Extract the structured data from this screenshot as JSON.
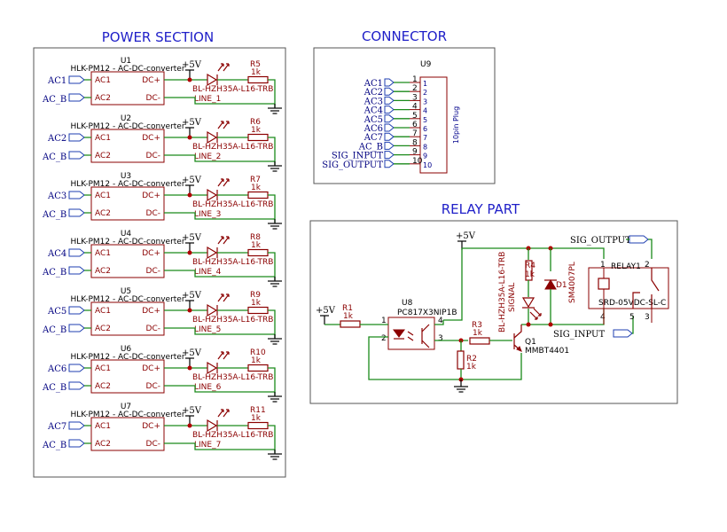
{
  "titles": {
    "power": "POWER SECTION",
    "connector": "CONNECTOR",
    "relay": "RELAY PART"
  },
  "power_units": [
    {
      "ref": "U1",
      "part": "HLK-PM12 - AC-DC-converter",
      "in1": "AC1",
      "in2": "AC_B",
      "pin1": "AC1",
      "pin2": "AC2",
      "out1": "DC+",
      "out2": "DC-",
      "supply": "+5V",
      "res_ref": "R5",
      "res_val": "1k",
      "led": "BL-HZH35A-L16-TRB",
      "line": "LINE_1"
    },
    {
      "ref": "U2",
      "part": "HLK-PM12 - AC-DC-converter",
      "in1": "AC2",
      "in2": "AC_B",
      "pin1": "AC1",
      "pin2": "AC2",
      "out1": "DC+",
      "out2": "DC-",
      "supply": "+5V",
      "res_ref": "R6",
      "res_val": "1k",
      "led": "BL-HZH35A-L16-TRB",
      "line": "LINE_2"
    },
    {
      "ref": "U3",
      "part": "HLK-PM12 - AC-DC-converter",
      "in1": "AC3",
      "in2": "AC_B",
      "pin1": "AC1",
      "pin2": "AC2",
      "out1": "DC+",
      "out2": "DC-",
      "supply": "+5V",
      "res_ref": "R7",
      "res_val": "1k",
      "led": "BL-HZH35A-L16-TRB",
      "line": "LINE_3"
    },
    {
      "ref": "U4",
      "part": "HLK-PM12 - AC-DC-converter",
      "in1": "AC4",
      "in2": "AC_B",
      "pin1": "AC1",
      "pin2": "AC2",
      "out1": "DC+",
      "out2": "DC-",
      "supply": "+5V",
      "res_ref": "R8",
      "res_val": "1k",
      "led": "BL-HZH35A-L16-TRB",
      "line": "LINE_4"
    },
    {
      "ref": "U5",
      "part": "HLK-PM12 - AC-DC-converter",
      "in1": "AC5",
      "in2": "AC_B",
      "pin1": "AC1",
      "pin2": "AC2",
      "out1": "DC+",
      "out2": "DC-",
      "supply": "+5V",
      "res_ref": "R9",
      "res_val": "1k",
      "led": "BL-HZH35A-L16-TRB",
      "line": "LINE_5"
    },
    {
      "ref": "U6",
      "part": "HLK-PM12 - AC-DC-converter",
      "in1": "AC6",
      "in2": "AC_B",
      "pin1": "AC1",
      "pin2": "AC2",
      "out1": "DC+",
      "out2": "DC-",
      "supply": "+5V",
      "res_ref": "R10",
      "res_val": "1k",
      "led": "BL-HZH35A-L16-TRB",
      "line": "LINE_6"
    },
    {
      "ref": "U7",
      "part": "HLK-PM12 - AC-DC-converter",
      "in1": "AC7",
      "in2": "AC_B",
      "pin1": "AC1",
      "pin2": "AC2",
      "out1": "DC+",
      "out2": "DC-",
      "supply": "+5V",
      "res_ref": "R11",
      "res_val": "1k",
      "led": "BL-HZH35A-L16-TRB",
      "line": "LINE_7"
    }
  ],
  "connector": {
    "ref": "U9",
    "part": "10pin Plug",
    "pins": [
      {
        "net": "AC1",
        "num": "1"
      },
      {
        "net": "AC2",
        "num": "2"
      },
      {
        "net": "AC3",
        "num": "3"
      },
      {
        "net": "AC4",
        "num": "4"
      },
      {
        "net": "AC5",
        "num": "5"
      },
      {
        "net": "AC6",
        "num": "6"
      },
      {
        "net": "AC7",
        "num": "7"
      },
      {
        "net": "AC_B",
        "num": "8"
      },
      {
        "net": "SIG_INPUT",
        "num": "9"
      },
      {
        "net": "SIG_OUTPUT",
        "num": "10"
      }
    ]
  },
  "relay_part": {
    "vcc_top": "+5V",
    "vcc_left": "+5V",
    "r1_ref": "R1",
    "r1_val": "1k",
    "r2_ref": "R2",
    "r2_val": "1k",
    "r3_ref": "R3",
    "r3_val": "1k",
    "r4_ref": "R4",
    "r4_val": "1k",
    "u8_ref": "U8",
    "u8_part": "PC817X3NIP1B",
    "u8_pin1": "1",
    "u8_pin2": "2",
    "u8_pin3": "3",
    "u8_pin4": "4",
    "led_part": "BL-HZH35A-L16-TRB",
    "led_label": "SIGNAL",
    "d1_ref": "D1",
    "d1_part": "SM4007PL",
    "q1_ref": "Q1",
    "q1_part": "MMBT4401",
    "relay_ref": "RELAY1",
    "relay_part": "SRD-05VDC-SL-C",
    "relay_pin1": "1",
    "relay_pin2": "2",
    "relay_pin3": "3",
    "relay_pin4": "4",
    "relay_pin5": "5",
    "sig_output": "SIG_OUTPUT",
    "sig_input": "SIG_INPUT"
  }
}
